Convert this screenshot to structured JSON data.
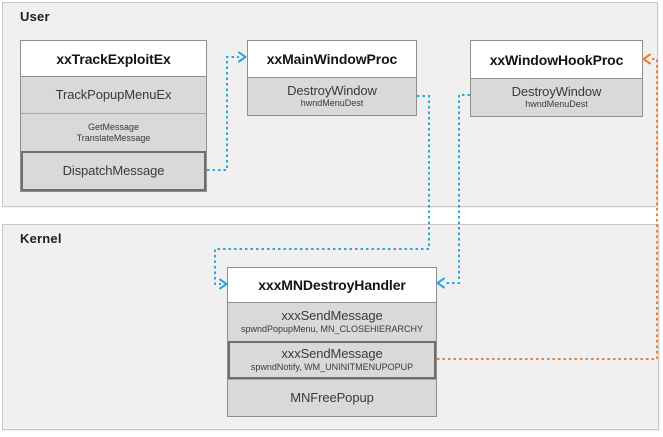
{
  "colors": {
    "flow_blue": "#2BA6E0",
    "flow_orange": "#ED7D31",
    "region_fill": "#F0F0F0",
    "region_border": "#C8C8C8",
    "row_fill": "#D9D9D9",
    "header_fill": "#FFFFFF",
    "box_border": "#8F8F8F",
    "emphasis_border": "#6E6E6E"
  },
  "regions": {
    "user": {
      "label": "User"
    },
    "kernel": {
      "label": "Kernel"
    }
  },
  "boxes": {
    "track_exploit": {
      "title": "xxTrackExploitEx",
      "row1": "TrackPopupMenuEx",
      "row2_line1": "GetMessage",
      "row2_line2": "TranslateMessage",
      "row3": "DispatchMessage"
    },
    "main_window_proc": {
      "title": "xxMainWindowProc",
      "row1": "DestroyWindow",
      "row1_sub": "hwndMenuDest"
    },
    "window_hook_proc": {
      "title": "xxWindowHookProc",
      "row1": "DestroyWindow",
      "row1_sub": "hwndMenuDest"
    },
    "mn_destroy_handler": {
      "title": "xxxMNDestroyHandler",
      "row1": "xxxSendMessage",
      "row1_sub": "spwndPopupMenu, MN_CLOSEHIERARCHY",
      "row2": "xxxSendMessage",
      "row2_sub": "spwndNotify, WM_UNINITMENUPOPUP",
      "row3": "MNFreePopup"
    }
  }
}
